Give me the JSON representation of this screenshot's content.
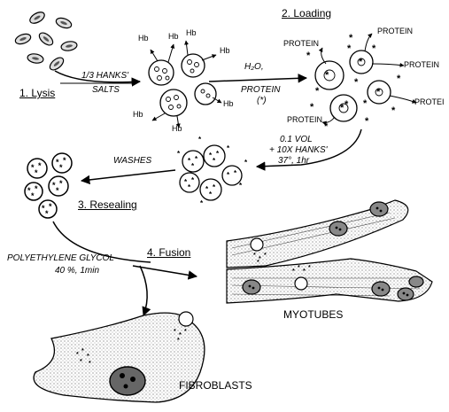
{
  "steps": {
    "lysis": "1. Lysis",
    "loading": "2. Loading",
    "resealing": "3. Resealing",
    "fusion": "4. Fusion"
  },
  "conditions": {
    "hanks_1": "1/3 HANKS'",
    "hanks_2": "SALTS",
    "water": "H₂O,",
    "protein": "PROTEIN",
    "protein_mark": "(*)",
    "vol_1": "0.1 VOL",
    "vol_2": "+ 10X HANKS'",
    "temp": "37°, 1hr",
    "washes": "WASHES",
    "peg_1": "POLYETHYLENE GLYCOL",
    "peg_2": "40 %, 1min"
  },
  "labels": {
    "hb": "Hb",
    "protein_tag": "PROTEIN",
    "protein_tag_cut": "PROTEI",
    "myotubes": "MYOTUBES",
    "fibroblasts": "FIBROBLASTS"
  },
  "colors": {
    "ink": "#000000",
    "paper": "#ffffff",
    "stipple": "#9a9a9a"
  }
}
